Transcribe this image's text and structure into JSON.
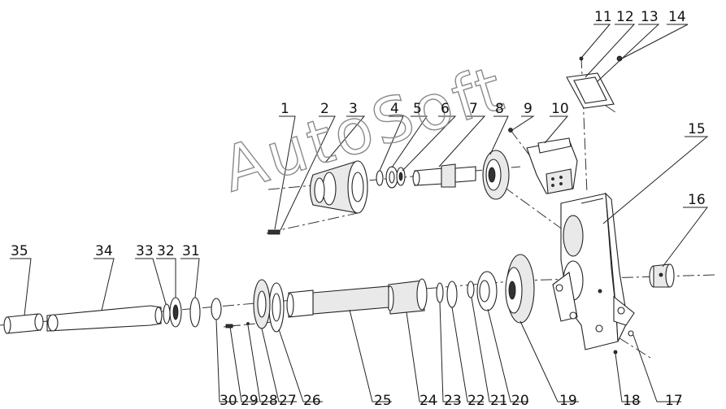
{
  "watermark": "AutoSoft",
  "callouts": [
    {
      "id": "1",
      "text": "1"
    },
    {
      "id": "2",
      "text": "2"
    },
    {
      "id": "3",
      "text": "3"
    },
    {
      "id": "4",
      "text": "4"
    },
    {
      "id": "5",
      "text": "5"
    },
    {
      "id": "6",
      "text": "6"
    },
    {
      "id": "7",
      "text": "7"
    },
    {
      "id": "8",
      "text": "8"
    },
    {
      "id": "9",
      "text": "9"
    },
    {
      "id": "10",
      "text": "10"
    },
    {
      "id": "11",
      "text": "11"
    },
    {
      "id": "12",
      "text": "12"
    },
    {
      "id": "13",
      "text": "13"
    },
    {
      "id": "14",
      "text": "14"
    },
    {
      "id": "15",
      "text": "15"
    },
    {
      "id": "16",
      "text": "16"
    },
    {
      "id": "17",
      "text": "17"
    },
    {
      "id": "18",
      "text": "18"
    },
    {
      "id": "19",
      "text": "19"
    },
    {
      "id": "20",
      "text": "20"
    },
    {
      "id": "21",
      "text": "21"
    },
    {
      "id": "22",
      "text": "22"
    },
    {
      "id": "23",
      "text": "23"
    },
    {
      "id": "24",
      "text": "24"
    },
    {
      "id": "25",
      "text": "25"
    },
    {
      "id": "26",
      "text": "26"
    },
    {
      "id": "27",
      "text": "27"
    },
    {
      "id": "28",
      "text": "28"
    },
    {
      "id": "29",
      "text": "29"
    },
    {
      "id": "30",
      "text": "30"
    },
    {
      "id": "31",
      "text": "31"
    },
    {
      "id": "32",
      "text": "32"
    },
    {
      "id": "33",
      "text": "33"
    },
    {
      "id": "34",
      "text": "34"
    },
    {
      "id": "35",
      "text": "35"
    }
  ]
}
